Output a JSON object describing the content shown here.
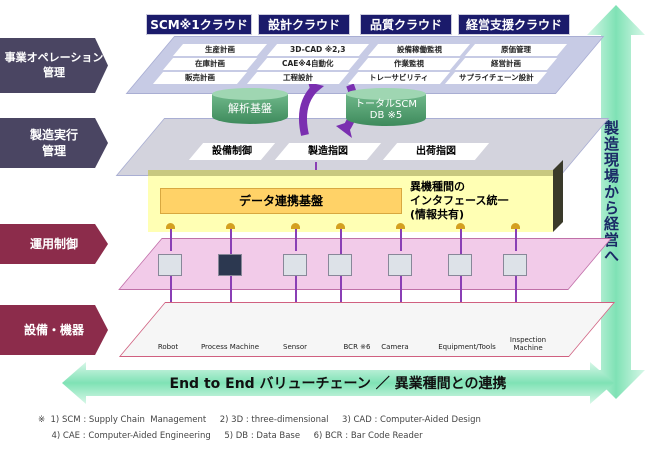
{
  "layers": {
    "business": "事業オペレーション\n管理",
    "mes": "製造実行\n管理",
    "control": "運用制御",
    "equipment": "設備・機器"
  },
  "clouds": [
    {
      "title": "SCM※1クラウド",
      "items": [
        "生産計画",
        "在庫計画",
        "販売計画"
      ]
    },
    {
      "title": "設計クラウド",
      "items": [
        "3D-CAD ※2,3",
        "CAE※4自動化",
        "工程設計"
      ]
    },
    {
      "title": "品質クラウド",
      "items": [
        "設備稼働監視",
        "作業監視",
        "トレーサビリティ"
      ]
    },
    {
      "title": "経営支援クラウド",
      "items": [
        "原価管理",
        "経営計画",
        "サプライチェーン設計"
      ]
    }
  ],
  "databases": {
    "analysis": "解析基盤",
    "scm_db": "トータルSCM\nDB ※5"
  },
  "mes_items": [
    "設備制御",
    "製造指図",
    "出荷指図"
  ],
  "data_platform": {
    "label": "データ連携基盤",
    "note": "異機種間の\nインタフェース統一\n(情報共有)"
  },
  "devices": [
    "Robot",
    "Process Machine",
    "Sensor",
    "BCR ※6",
    "Camera",
    "Equipment/Tools",
    "Inspection\nMachine"
  ],
  "right_arrow": "製造現場から経営へ",
  "bottom_arrow": "End to End バリューチェーン ／ 異業種間との連携",
  "footnotes": [
    "※  1) SCM : Supply Chain  Management     2) 3D : three-dimensional     3) CAD : Computer-Aided Design",
    "     4) CAE : Computer-Aided Engineering     5) DB : Data Base     6) BCR : Bar Code Reader"
  ],
  "colors": {
    "cloud_header": "#1b1b6b",
    "db": "#3e8a5c",
    "platform": "#ffffb0",
    "control_plane": "#f2cbe9",
    "arrow": "#6fe0b0"
  }
}
